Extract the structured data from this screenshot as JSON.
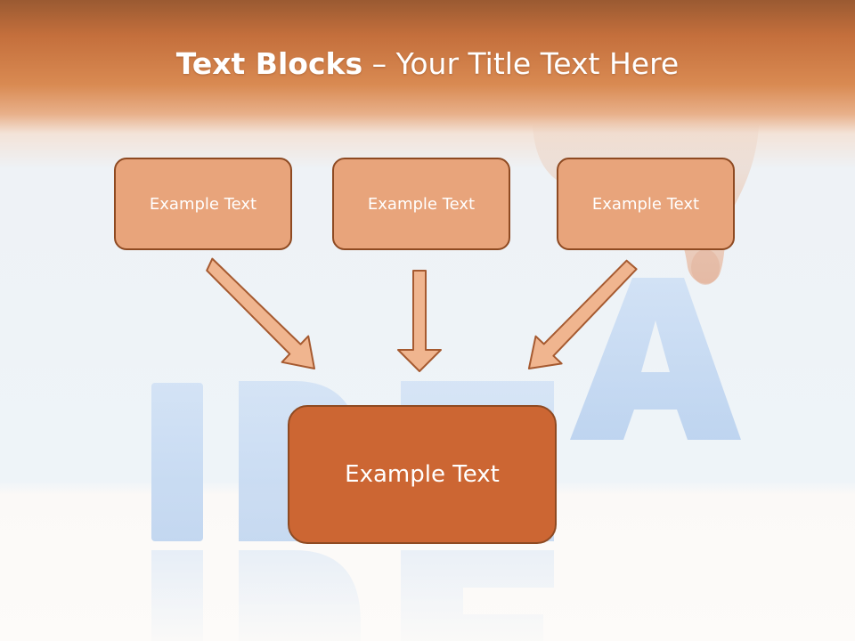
{
  "slide": {
    "title_bold": "Text Blocks",
    "title_dash": " – ",
    "title_rest": "Your Title Text Here"
  },
  "diagram": {
    "nodes": [
      {
        "id": "top-left",
        "label": "Example Text"
      },
      {
        "id": "top-center",
        "label": "Example Text"
      },
      {
        "id": "top-right",
        "label": "Example Text"
      },
      {
        "id": "bottom-center",
        "label": "Example Text"
      }
    ],
    "edges": [
      {
        "from": "top-left",
        "to": "bottom-center"
      },
      {
        "from": "top-center",
        "to": "bottom-center"
      },
      {
        "from": "top-right",
        "to": "bottom-center"
      }
    ]
  },
  "colors": {
    "header_band": "#d4824a",
    "small_box_fill": "#e8a47b",
    "big_box_fill": "#cc6633",
    "box_border": "#8e4a22",
    "arrow_fill": "#f0b58f",
    "arrow_stroke": "#a65a30",
    "text": "#ffffff"
  },
  "background": {
    "image_desc_icon": "hand-placing-letter-icon"
  }
}
